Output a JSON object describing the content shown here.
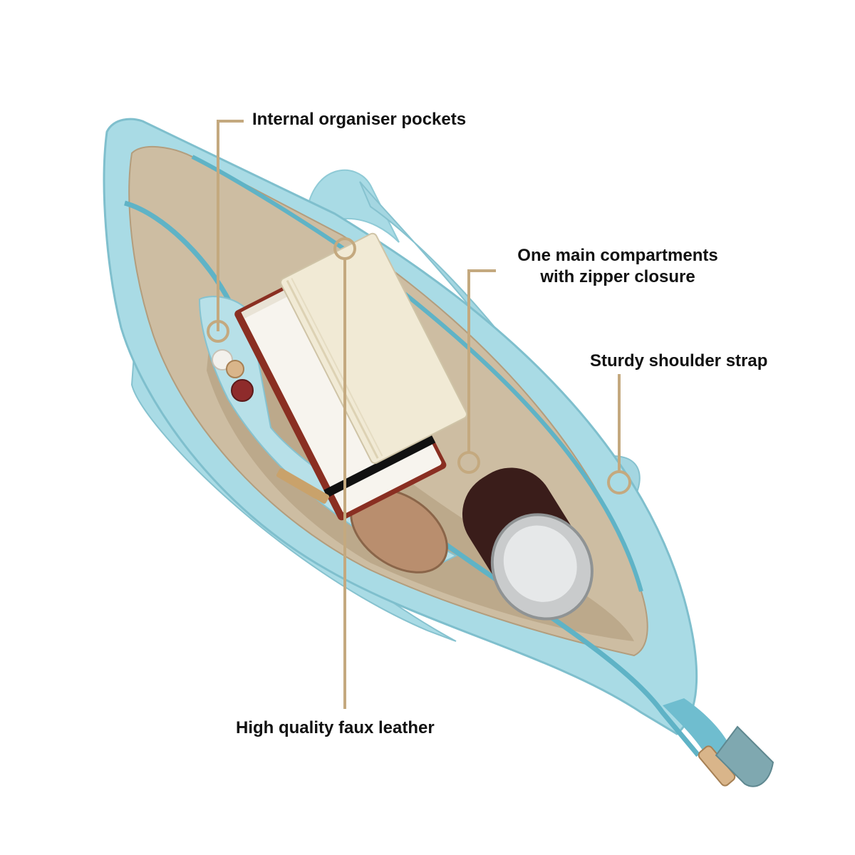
{
  "colors": {
    "callout_line": "#c4a97f",
    "bag_blue": "#a9dbe5",
    "bag_blue_dark": "#6ab8c9",
    "lining": "#c9b69b",
    "lining_dark": "#a8906f",
    "label_text": "#111111"
  },
  "labels": {
    "pockets": "Internal organiser pockets",
    "compartment_line1": "One main compartments",
    "compartment_line2": "with zipper closure",
    "strap": "Sturdy shoulder strap",
    "leather": "High quality faux leather"
  }
}
